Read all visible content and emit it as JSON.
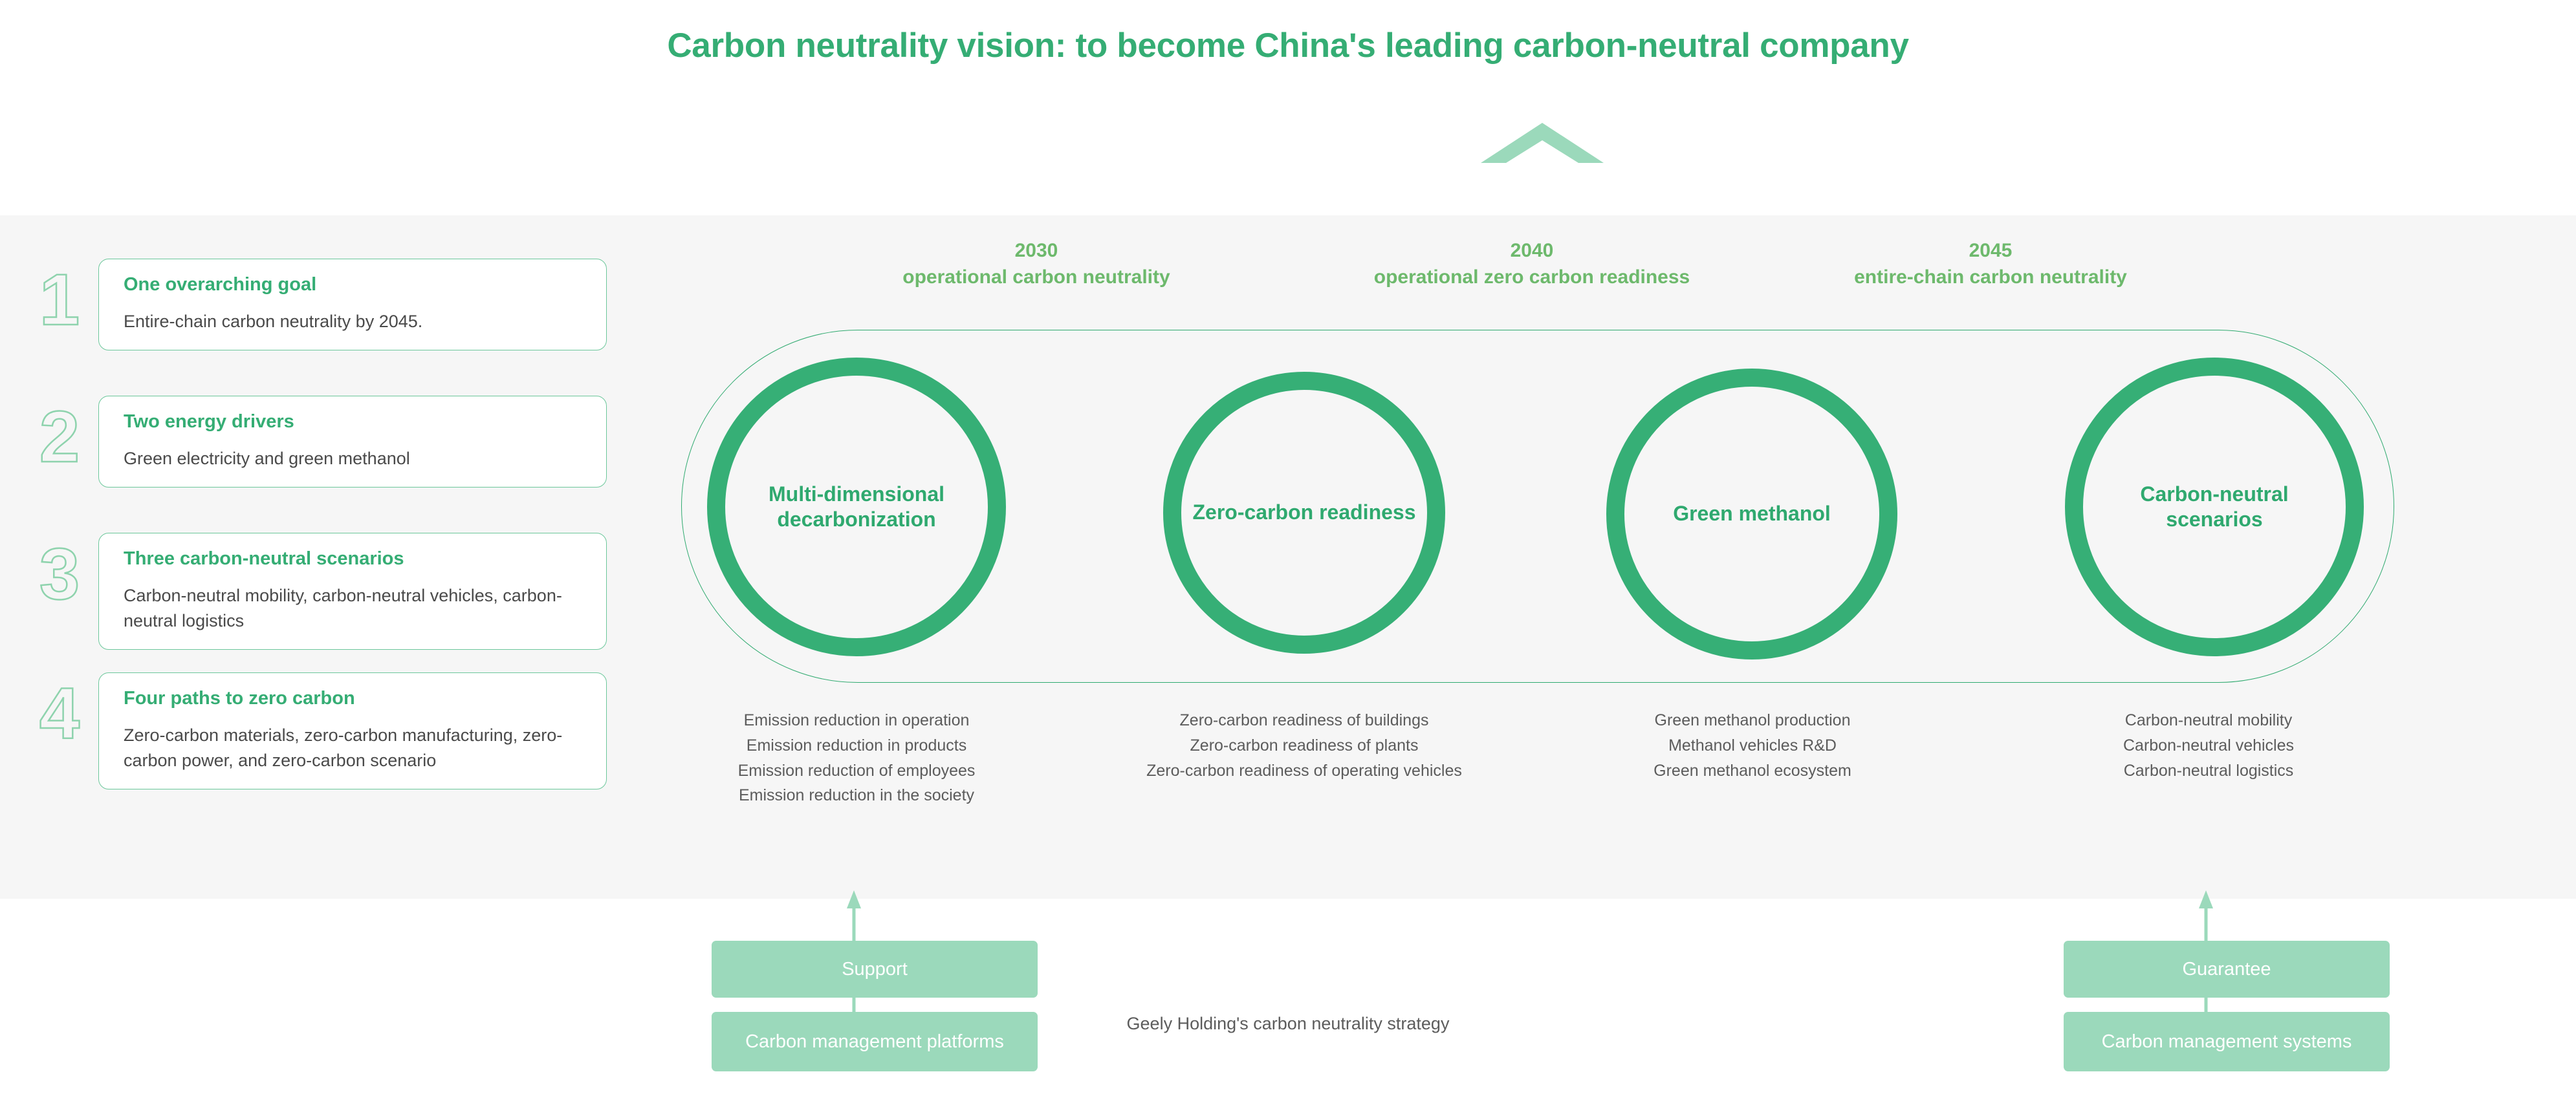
{
  "header": {
    "title": "Carbon neutrality vision: to become China's leading carbon-neutral company",
    "chevron_icon": "chevron-up-icon",
    "title_color": "#35AD74",
    "chevron_color": "#9BD9BB"
  },
  "colors": {
    "band_background": "#F6F6F6",
    "ring_green": "#36AF76",
    "outline_green": "#2FAA6F",
    "light_green": "#9BD9BB",
    "number_outline": "#8ED3AD",
    "timeline_label": "#6DB96C",
    "body_text": "#5C5C5C"
  },
  "sidebar": {
    "items": [
      {
        "number": "1",
        "title": "One overarching goal",
        "description": "Entire-chain carbon neutrality by 2045."
      },
      {
        "number": "2",
        "title": "Two energy drivers",
        "description": "Green electricity and green methanol"
      },
      {
        "number": "3",
        "title": "Three carbon-neutral scenarios",
        "description": "Carbon-neutral mobility, carbon-neutral vehicles, carbon-neutral logistics"
      },
      {
        "number": "4",
        "title": "Four paths to zero carbon",
        "description": "Zero-carbon materials, zero-carbon manufacturing, zero-carbon power, and zero-carbon scenario"
      }
    ]
  },
  "timeline": {
    "milestones": [
      {
        "year": "2030",
        "label": "operational carbon neutrality"
      },
      {
        "year": "2040",
        "label": "operational zero carbon readiness"
      },
      {
        "year": "2045",
        "label": "entire-chain carbon neutrality"
      }
    ]
  },
  "pillars": [
    {
      "ring_label": "Multi-dimensional decarbonization",
      "bullets": [
        "Emission reduction in operation",
        "Emission reduction in products",
        "Emission reduction of employees",
        "Emission reduction in the society"
      ]
    },
    {
      "ring_label": "Zero-carbon readiness",
      "bullets": [
        "Zero-carbon readiness of buildings",
        "Zero-carbon readiness of plants",
        "Zero-carbon readiness of operating vehicles"
      ]
    },
    {
      "ring_label": "Green methanol",
      "bullets": [
        "Green methanol production",
        "Methanol vehicles R&D",
        "Green methanol ecosystem"
      ]
    },
    {
      "ring_label": "Carbon-neutral scenarios",
      "bullets": [
        "Carbon-neutral mobility",
        "Carbon-neutral vehicles",
        "Carbon-neutral logistics"
      ]
    }
  ],
  "footer": {
    "support_group": {
      "arrow_icon": "arrow-up-icon",
      "top_label": "Support",
      "bottom_label": "Carbon management platforms"
    },
    "guarantee_group": {
      "arrow_icon": "arrow-up-icon",
      "top_label": "Guarantee",
      "bottom_label": "Carbon management systems"
    },
    "caption": "Geely Holding's carbon neutrality strategy"
  }
}
